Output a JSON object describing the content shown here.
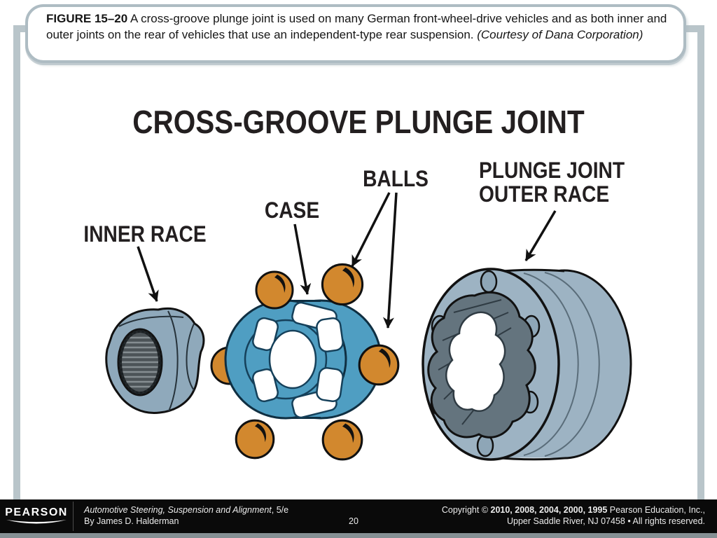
{
  "caption": {
    "figure_label": "FIGURE 15–20",
    "body": " A cross-groove plunge joint is used on many German front-wheel-drive vehicles and as both inner and outer joints on the rear of vehicles that use an independent-type rear suspension. ",
    "courtesy": "(Courtesy of Dana Corporation)"
  },
  "diagram": {
    "title": "CROSS-GROOVE PLUNGE JOINT",
    "labels": {
      "inner_race": "INNER RACE",
      "case": "CASE",
      "balls": "BALLS",
      "plunge_joint_line1": "PLUNGE JOINT",
      "plunge_joint_line2": "OUTER RACE"
    }
  },
  "footer": {
    "logo": "PEARSON",
    "book_title_italic": "Automotive Steering, Suspension and Alignment",
    "book_title_suffix": ", 5/e",
    "byline": "By James D. Halderman",
    "page_number": "20",
    "copyright_prefix": "Copyright © ",
    "copyright_years": "2010, 2008, 2004, 2000, 1995",
    "copyright_suffix": " Pearson Education, Inc.,",
    "copyright_line2": "Upper Saddle River, NJ 07458 • All rights reserved."
  },
  "colors": {
    "ball_orange": "#d2882e",
    "cage_blue": "#4f9ec2",
    "outer_race_gray": "#9db3c3",
    "inner_race_gray": "#8fa9bb",
    "bore_dark": "#64747e",
    "frame_gray": "#b9c5ca",
    "footer_bg": "#0a0a0a"
  }
}
